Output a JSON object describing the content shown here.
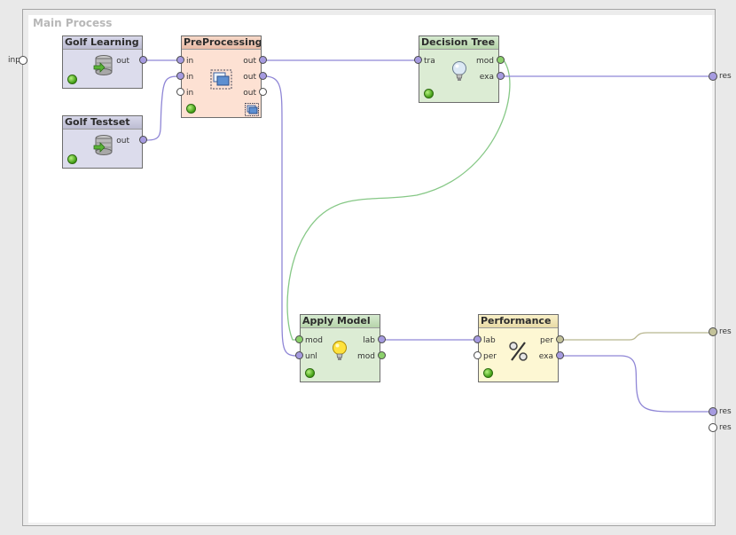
{
  "process": {
    "title": "Main Process"
  },
  "left_ports": [
    {
      "label": "inp"
    }
  ],
  "right_ports": [
    {
      "label": "res"
    },
    {
      "label": "res"
    },
    {
      "label": "res"
    },
    {
      "label": "res"
    }
  ],
  "operators": {
    "golf_learning": {
      "title": "Golf Learning ...",
      "out": [
        "out"
      ]
    },
    "golf_testset": {
      "title": "Golf Testset",
      "out": [
        "out"
      ]
    },
    "preprocessing": {
      "title": "PreProcessing",
      "in": [
        "in",
        "in",
        "in"
      ],
      "out": [
        "out",
        "out",
        "out"
      ]
    },
    "decision_tree": {
      "title": "Decision Tree",
      "in": [
        "tra"
      ],
      "out": [
        "mod",
        "exa"
      ]
    },
    "apply_model": {
      "title": "Apply Model",
      "in": [
        "mod",
        "unl"
      ],
      "out": [
        "lab",
        "mod"
      ]
    },
    "performance": {
      "title": "Performance",
      "in": [
        "lab",
        "per"
      ],
      "out": [
        "per",
        "exa"
      ]
    }
  },
  "colors": {
    "retrieve_body": "#dcdcec",
    "retrieve_header": "#c4c4d8",
    "subprocess_body": "#fde1d3",
    "subprocess_header": "#f0c4ae",
    "learner_body": "#dcecd4",
    "learner_header": "#bcd8b0",
    "eval_body": "#fdf7d3",
    "eval_header": "#ecdfae",
    "wire_data": "#8f86d6",
    "wire_model": "#86c886",
    "wire_perf": "#b8b68f"
  }
}
